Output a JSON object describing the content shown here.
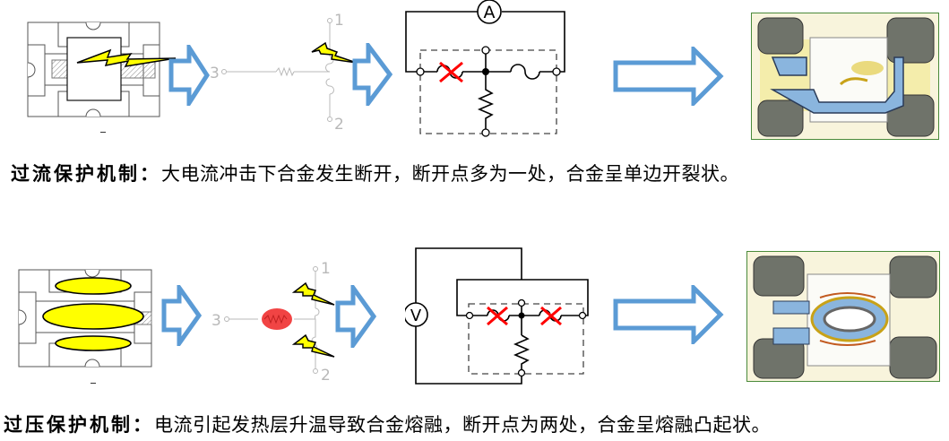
{
  "sections": [
    {
      "id": "overcurrent",
      "caption_label": "过流保护机制：",
      "caption_text": "大电流冲击下合金发生断开，断开点多为一处，合金呈单边开裂状。",
      "schematic_pins": [
        "3",
        "1",
        "2"
      ],
      "meter_symbol": "A",
      "break_points": 1
    },
    {
      "id": "overvoltage",
      "caption_label": "过压保护机制：",
      "caption_text": "电流引起发热层升温导致合金熔融，断开点为两处，合金呈熔融凸起状。",
      "schematic_pins": [
        "3",
        "1",
        "2"
      ],
      "meter_symbol": "V",
      "break_points": 2
    }
  ],
  "colors": {
    "arrow": "#5b9bd5",
    "bolt": "#ffff00",
    "ellipse": "#ffff00",
    "heater": "#f03a3a",
    "break_mark": "#ff0000",
    "schematic_line": "#b8b8b8"
  }
}
